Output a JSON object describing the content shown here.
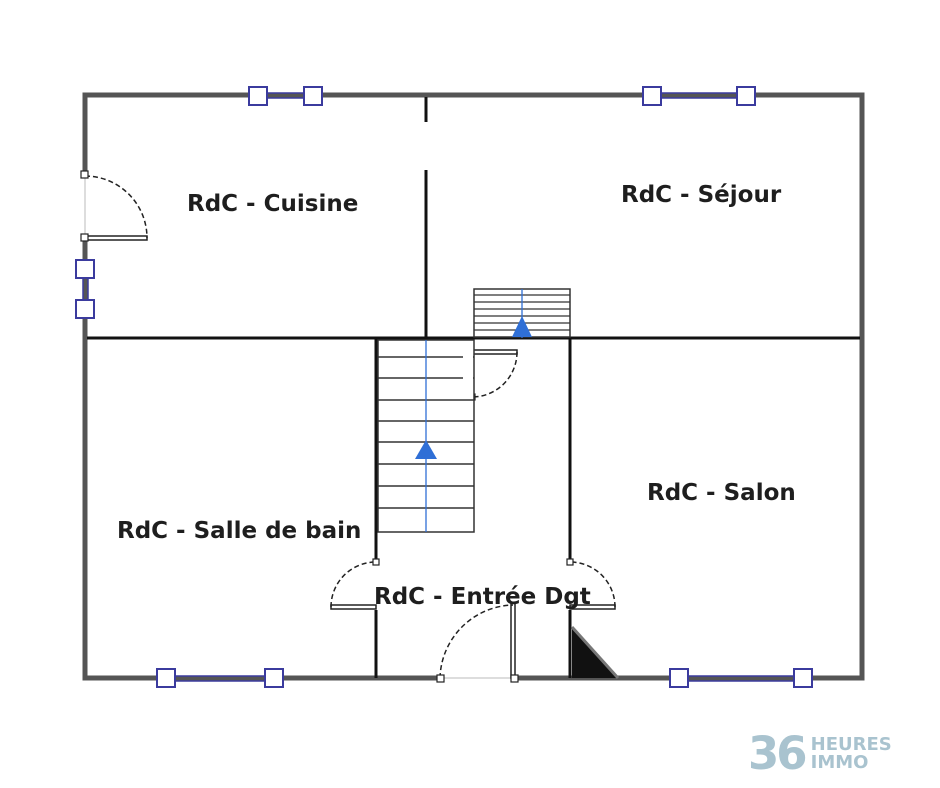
{
  "rooms": {
    "cuisine": "RdC - Cuisine",
    "sejour": "RdC - Séjour",
    "salle_de_bain": "RdC - Salle de bain",
    "salon": "RdC - Salon",
    "entree": "RdC - Entrée Dgt"
  },
  "logo": {
    "number": "36",
    "line1": "HEURES",
    "line2": "IMMO"
  },
  "colors": {
    "wall": "#555555",
    "partition": "#111111",
    "window": "#3b3b9e",
    "stair_arrow": "#2f6fd6",
    "logo": "#a9c3cf"
  }
}
